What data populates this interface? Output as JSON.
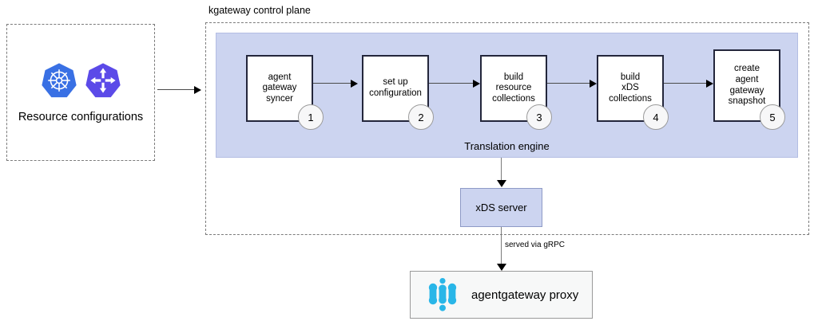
{
  "diagram": {
    "title": "kgateway agentgateway control plane translation flow",
    "colors": {
      "engine_fill": "#ccd4f0",
      "step_border": "#23263b",
      "kubernetes_blue": "#3970e4",
      "gateway_purple": "#5b4ae8",
      "agentgateway_cyan": "#29b6e8",
      "dashed_gray": "#7b7b7b",
      "proxy_fill": "#f7f8f8"
    },
    "groups": [
      {
        "id": "resource-configurations",
        "label": ""
      },
      {
        "id": "control-plane",
        "label": "kgateway control plane"
      }
    ],
    "resource_configurations": {
      "label": "Resource configurations",
      "icons": [
        {
          "name": "kubernetes-icon",
          "title": "Kubernetes"
        },
        {
          "name": "gateway-api-icon",
          "title": "Gateway API"
        }
      ]
    },
    "control_plane": {
      "label": "kgateway control plane",
      "engine": {
        "label": "Translation engine",
        "steps": [
          {
            "number": "1",
            "label": "agent\ngateway\nsyncer"
          },
          {
            "number": "2",
            "label": "set up\nconfiguration"
          },
          {
            "number": "3",
            "label": "build\nresource\ncollections"
          },
          {
            "number": "4",
            "label": "build\nxDS\ncollections"
          },
          {
            "number": "5",
            "label": "create\nagent\ngateway\nsnapshot"
          }
        ]
      },
      "xds_server": {
        "label": "xDS server"
      }
    },
    "proxy": {
      "label": "agentgateway proxy",
      "icon": "agentgateway-icon"
    },
    "connectors": [
      {
        "id": "configs-to-control-plane",
        "label": ""
      },
      {
        "id": "step-1-to-2",
        "label": ""
      },
      {
        "id": "step-2-to-3",
        "label": ""
      },
      {
        "id": "step-3-to-4",
        "label": ""
      },
      {
        "id": "step-4-to-5",
        "label": ""
      },
      {
        "id": "engine-to-xds",
        "label": ""
      },
      {
        "id": "xds-to-proxy",
        "label": "served via gRPC"
      }
    ]
  }
}
